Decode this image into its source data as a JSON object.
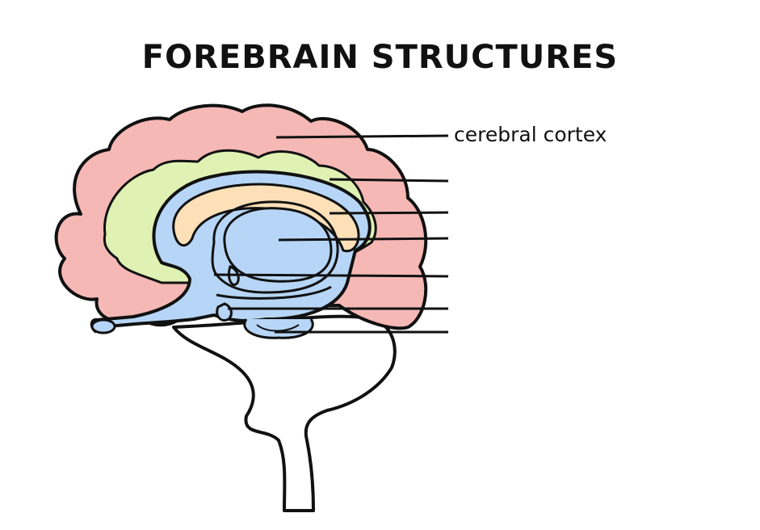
{
  "title": "FOREBRAIN STRUCTURES",
  "labels": [
    {
      "id": "cerebral-cortex",
      "text": "cerebral cortex"
    },
    {
      "id": "blank-2",
      "text": ""
    },
    {
      "id": "blank-3",
      "text": ""
    },
    {
      "id": "blank-4",
      "text": ""
    },
    {
      "id": "blank-5",
      "text": ""
    },
    {
      "id": "blank-6",
      "text": ""
    },
    {
      "id": "blank-7",
      "text": ""
    }
  ],
  "colors": {
    "cortex": "#f5b8b5",
    "white_matter": "#dff2b4",
    "limbic_blue": "#b7d6f7",
    "corpus_callosum": "#fde0b8",
    "brainstem": "#ffffff",
    "outline": "#111111"
  }
}
